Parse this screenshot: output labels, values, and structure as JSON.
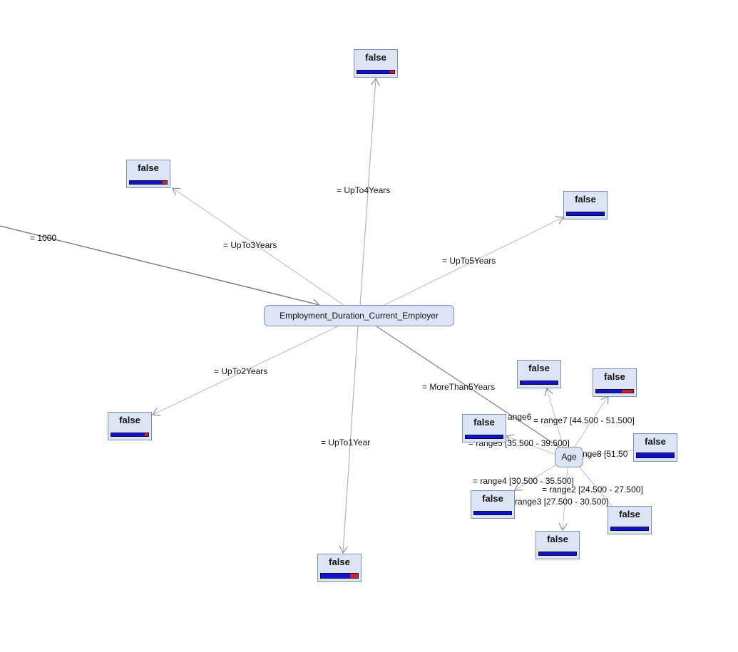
{
  "root_node": "Employment_Duration_Current_Employer",
  "age_node": "Age",
  "incoming_edge_label": "= 1000",
  "edges": {
    "upto4": "= UpTo4Years",
    "upto3": "= UpTo3Years",
    "upto5": "= UpTo5Years",
    "upto2": "= UpTo2Years",
    "upto1": "= UpTo1Year",
    "morethan5": "= MoreThan5Years"
  },
  "age_edges": {
    "range6": "ange6",
    "range7": "= range7 [44.500 - 51.500]",
    "range5": "= range5 [35.500 - 39.500]",
    "range8": "nge8 [51.50",
    "range4": "= range4 [30.500 - 35.500]",
    "range2": "= range2 [24.500 - 27.500]",
    "range3": "range3 [27.500 - 30.500]"
  },
  "leaves": [
    {
      "id": "leaf-upto4",
      "label": "false",
      "red_fraction": 0.12
    },
    {
      "id": "leaf-upto3",
      "label": "false",
      "red_fraction": 0.12
    },
    {
      "id": "leaf-upto5",
      "label": "false",
      "red_fraction": 0.0
    },
    {
      "id": "leaf-upto2",
      "label": "false",
      "red_fraction": 0.1
    },
    {
      "id": "leaf-upto1",
      "label": "false",
      "red_fraction": 0.22
    },
    {
      "id": "leaf-age-range6",
      "label": "false",
      "red_fraction": 0.0
    },
    {
      "id": "leaf-age-range7",
      "label": "false",
      "red_fraction": 0.3
    },
    {
      "id": "leaf-age-range5",
      "label": "false",
      "red_fraction": 0.0
    },
    {
      "id": "leaf-age-range8",
      "label": "false",
      "red_fraction": 0.0
    },
    {
      "id": "leaf-age-range4",
      "label": "false",
      "red_fraction": 0.0
    },
    {
      "id": "leaf-age-range2",
      "label": "false",
      "red_fraction": 0.0
    },
    {
      "id": "leaf-age-range3",
      "label": "false",
      "red_fraction": 0.0
    }
  ],
  "colors": {
    "node_fill": "#dde4f4",
    "node_border": "#7d8fb3",
    "bar_blue": "#1212c8",
    "bar_red": "#d22222",
    "edge": "#a0a0a0"
  }
}
